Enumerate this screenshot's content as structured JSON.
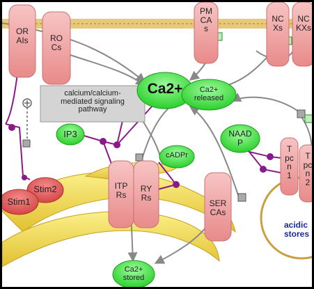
{
  "nodes": {
    "ca2_main": "Ca2+",
    "ca2_released": "Ca2+\nreleased",
    "ca2_stored": "Ca2+\nstored",
    "ip3": "IP3",
    "naadp": "NAAD\nP",
    "cadpr": "cADPr"
  },
  "receptors": {
    "orais": "OR\nAIs",
    "rocs": "RO\nCs",
    "pmcas": "PM\nCA\ns",
    "ncxs": "NC\nXs",
    "nckxs": "NC\nKXs",
    "itprs": "ITP\nRs",
    "ryrs": "RY\nRs",
    "sercas": "SER\nCAs",
    "tpcn1": "T\npc\nn\n1",
    "tpcn2": "T\npc\nn\n2"
  },
  "stim": {
    "stim1": "Stim1",
    "stim2": "Stim2"
  },
  "pathway_box": "calcium/calcium-\nmediated signaling\npathway",
  "acidic_stores": "acidic\nstores",
  "colors": {
    "green_node": "#22dd22",
    "receptor_pink": "#f0a0a0",
    "membrane_gold": "#f0d850",
    "purple_edge": "#8a1a8a",
    "gray_edge": "#888888",
    "acidic_text": "#1a2a9c"
  }
}
